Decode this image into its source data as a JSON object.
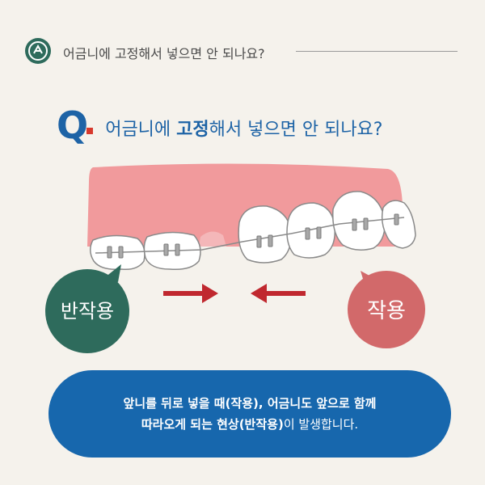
{
  "header": {
    "title": "어금니에 고정해서 넣으면 안 되나요?"
  },
  "question": {
    "mark": "Q",
    "part1": "어금니에 ",
    "part2": "고정",
    "part3": "해서 넣으면 안 되나요?"
  },
  "labels": {
    "reaction": "반작용",
    "action": "작용"
  },
  "info": {
    "line1": "앞니를 뒤로 넣을 때(작용), 어금니도 앞으로 함께",
    "line2_bold": "따라오게 되는 현상(반작용)",
    "line2_rest": "이 발생합니다."
  },
  "colors": {
    "blue": "#1767ad",
    "red_arrow": "#c0282f",
    "green_bubble": "#2e6b5c",
    "red_bubble": "#d2696a",
    "gum": "#f19a9c"
  },
  "icons": {
    "logo": "brand-logo-icon"
  }
}
